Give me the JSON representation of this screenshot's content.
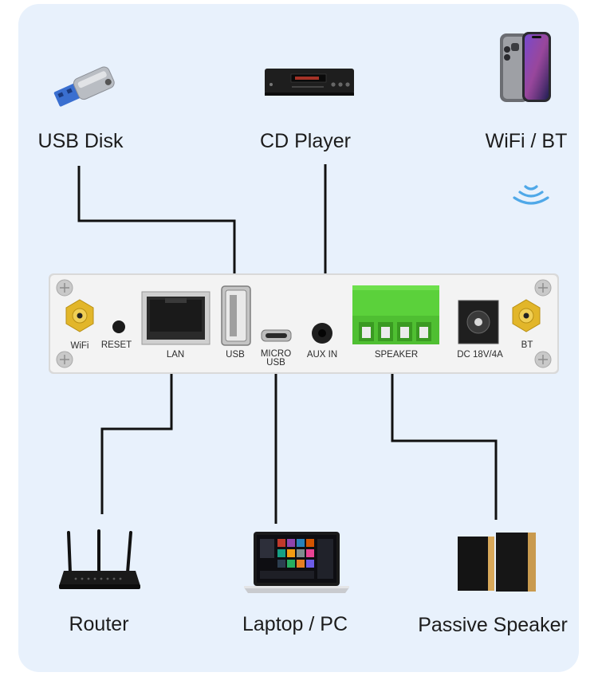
{
  "devices": {
    "usb_disk": "USB Disk",
    "cd_player": "CD Player",
    "wifi_bt": "WiFi / BT",
    "router": "Router",
    "laptop": "Laptop / PC",
    "speaker": "Passive Speaker"
  },
  "ports": {
    "wifi": "WiFi",
    "reset": "RESET",
    "lan": "LAN",
    "usb": "USB",
    "micro_usb_1": "MICRO",
    "micro_usb_2": "USB",
    "aux_in": "AUX IN",
    "speaker": "SPEAKER",
    "dc": "DC 18V/4A",
    "bt": "BT"
  },
  "colors": {
    "card_bg": "#e8f1fc",
    "panel": "#f1f1f1",
    "terminal_green": "#5bd13b",
    "antenna_gold": "#e2b62a",
    "wireless_blue": "#4fa8e8",
    "line": "#111111"
  }
}
